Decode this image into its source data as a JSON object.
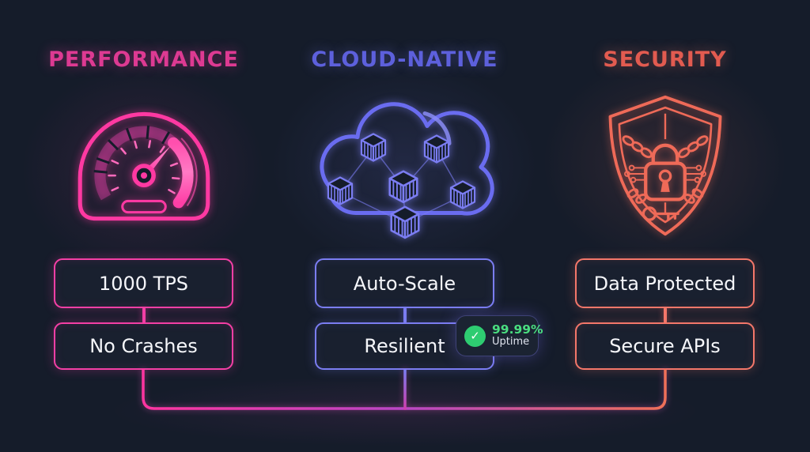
{
  "columns": [
    {
      "id": "performance",
      "title": "PERFORMANCE",
      "accent": "#f43fa5",
      "heading_color": "#dd3a92",
      "icon": "speedometer-icon",
      "boxes": [
        "1000 TPS",
        "No Crashes"
      ]
    },
    {
      "id": "cloud-native",
      "title": "CLOUD-NATIVE",
      "accent": "#7b7df2",
      "heading_color": "#5d60dc",
      "icon": "cloud-containers-icon",
      "boxes": [
        "Auto-Scale",
        "Resilient"
      ]
    },
    {
      "id": "security",
      "title": "SECURITY",
      "accent": "#f4776a",
      "heading_color": "#e25b50",
      "icon": "shield-lock-icon",
      "boxes": [
        "Data Protected",
        "Secure APIs"
      ]
    }
  ],
  "badge": {
    "icon": "check-icon",
    "check_glyph": "✓",
    "value": "99.99%",
    "label": "Uptime",
    "value_color": "#4ade80",
    "check_bg": "#2ecc71"
  },
  "colors": {
    "background": "#151c2a",
    "box_text": "#f5f6fa",
    "connector_left": "#ff35a0",
    "connector_mid": "#b946c6",
    "connector_right": "#ef6f58"
  }
}
